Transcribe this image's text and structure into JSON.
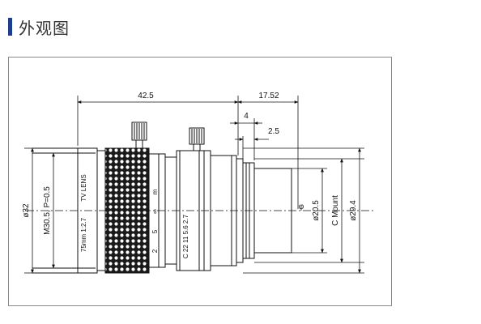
{
  "heading": {
    "title": "外观图"
  },
  "drawing": {
    "dim_overall_length": "42.5",
    "dim_back_length": "17.52",
    "dim_flange": "4",
    "dim_thread": "2.5",
    "dim_outer_diameter": "ø32",
    "dim_filter_thread": "M30.5, P=0.5",
    "dim_rear_diameter": "ø20.5",
    "dim_mount_diameter": "ø29.4",
    "mount_label": "C Mount",
    "optical_axis_symbol": "φ",
    "lens_marking": "TV LENS",
    "lens_spec": "75mm 1:2.7",
    "focus_scale": [
      "2",
      "5",
      "∞",
      "m"
    ],
    "aperture_scale": "C 22 11 5.6 2.7"
  },
  "colors": {
    "accent_bar": "#1e3f8f",
    "line": "#111111"
  }
}
